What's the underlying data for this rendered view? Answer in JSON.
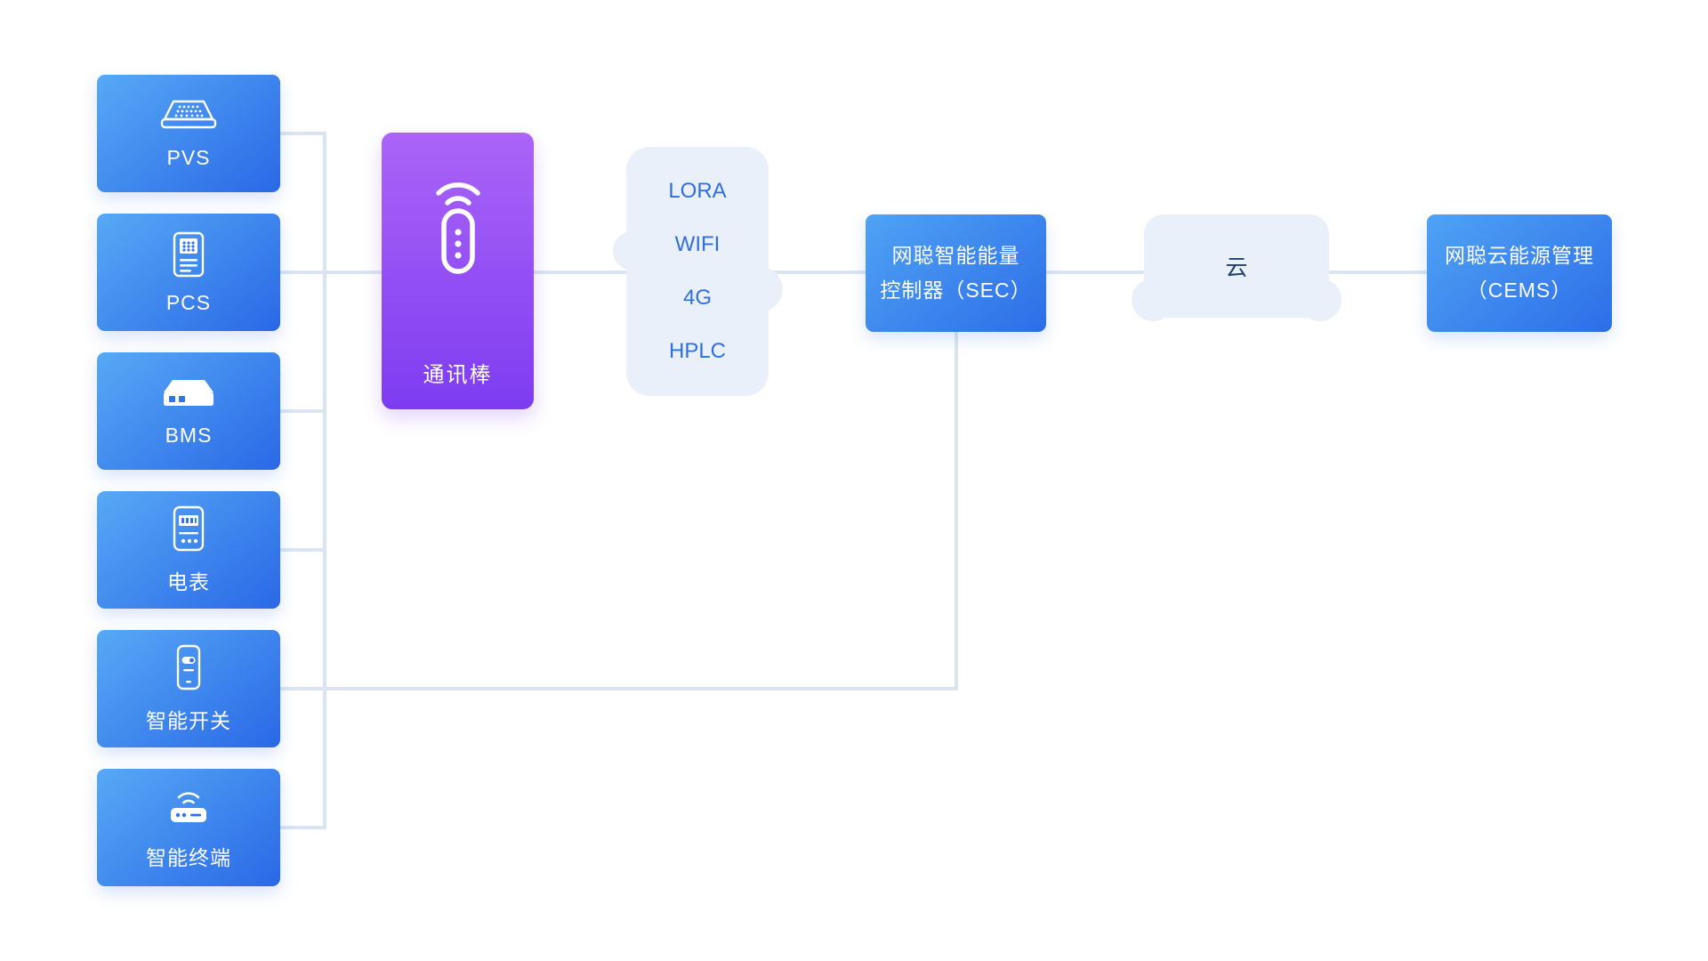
{
  "diagram": {
    "devices": [
      {
        "label": "PVS",
        "icon": "pvs-icon"
      },
      {
        "label": "PCS",
        "icon": "pcs-icon"
      },
      {
        "label": "BMS",
        "icon": "bms-icon"
      },
      {
        "label": "电表",
        "icon": "meter-icon"
      },
      {
        "label": "智能开关",
        "icon": "smart-switch-icon"
      },
      {
        "label": "智能终端",
        "icon": "smart-terminal-icon"
      }
    ],
    "comm_stick": {
      "label": "通讯棒",
      "icon": "wireless-stick-icon"
    },
    "protocols": [
      "LORA",
      "WIFI",
      "4G",
      "HPLC"
    ],
    "sec_controller": {
      "line1": "网聪智能能量",
      "line2": "控制器（SEC）"
    },
    "cloud": {
      "label": "云"
    },
    "cems": {
      "line1": "网聪云能源管理",
      "line2": "（CEMS）"
    },
    "colors": {
      "device_gradient_start": "#57a9f6",
      "device_gradient_end": "#2a68e6",
      "stick_gradient_start": "#ab64f7",
      "stick_gradient_end": "#7e3cf1",
      "cloud_background": "#e9f0fa",
      "protocol_text": "#2f6fe0",
      "cloud_text": "#1e416f",
      "connector_line": "#dbe5f2"
    }
  }
}
